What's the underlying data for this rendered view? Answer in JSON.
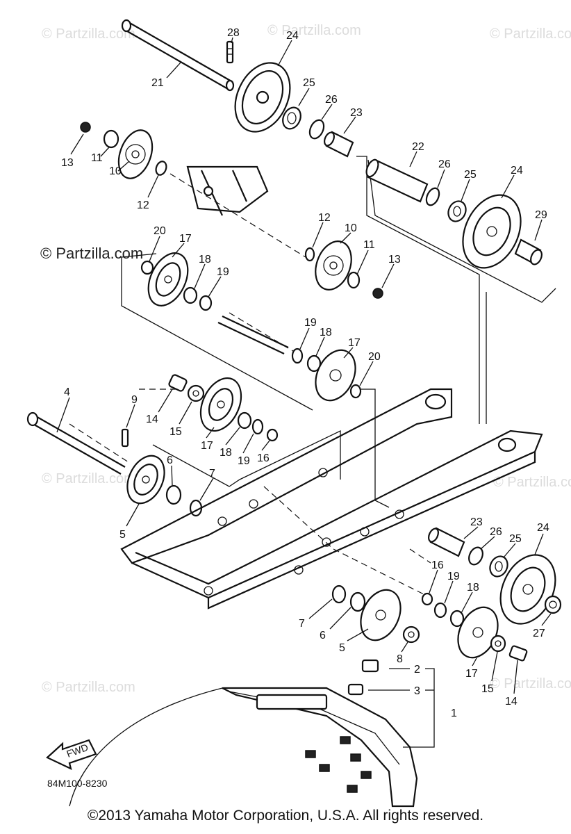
{
  "watermark": "© Partzilla.com",
  "diagram_code": "84M100-8230",
  "fwd_arrow_label": "FWD",
  "copyright": "©2013 Yamaha Motor Corporation, U.S.A. All rights reserved.",
  "callouts": [
    "28",
    "24",
    "21",
    "25",
    "26",
    "23",
    "13",
    "11",
    "10",
    "12",
    "22",
    "26",
    "25",
    "24",
    "29",
    "20",
    "17",
    "18",
    "19",
    "12",
    "10",
    "11",
    "13",
    "19",
    "18",
    "17",
    "20",
    "4",
    "9",
    "14",
    "15",
    "17",
    "18",
    "19",
    "16",
    "6",
    "7",
    "5",
    "23",
    "26",
    "25",
    "24",
    "16",
    "19",
    "18",
    "7",
    "6",
    "5",
    "8",
    "27",
    "17",
    "15",
    "14",
    "2",
    "3",
    "1"
  ]
}
